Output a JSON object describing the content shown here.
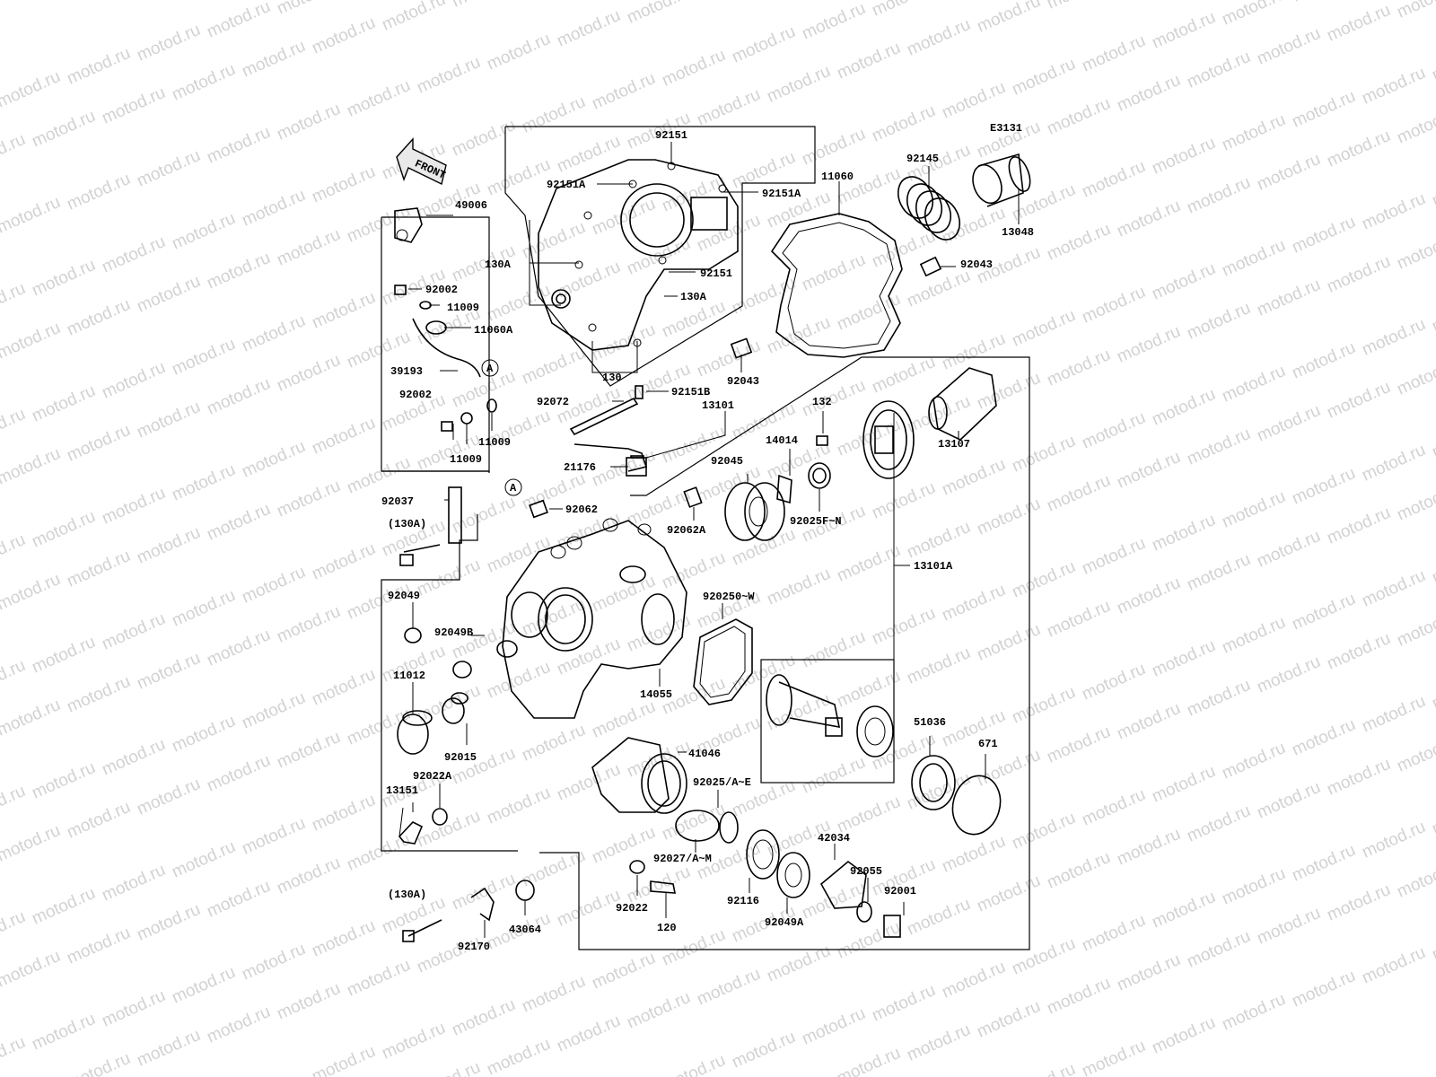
{
  "watermark": "motod.ru",
  "diagram_code": "E3131",
  "front_label": "FRONT",
  "callout_marker": "A",
  "labels": {
    "l92151": "92151",
    "l92151A_left": "92151A",
    "l92151A_right": "92151A",
    "l11060": "11060",
    "l92145": "92145",
    "l13048": "13048",
    "l49006": "49006",
    "l130A_top": "130A",
    "l92151_mid": "92151",
    "l130A_mid": "130A",
    "l92043_right": "92043",
    "l92002_top": "92002",
    "l11009_top": "11009",
    "l11060A": "11060A",
    "l39193": "39193",
    "l130": "130",
    "l92043_mid": "92043",
    "l92072": "92072",
    "l92151B": "92151B",
    "l13101": "13101",
    "l132": "132",
    "l92002_low": "92002",
    "l11009_right": "11009",
    "l11009_low": "11009",
    "l14014": "14014",
    "l13107": "13107",
    "l21176": "21176",
    "l92045": "92045",
    "l92025FN": "92025F~N",
    "l92037": "92037",
    "l92062": "92062",
    "l130A_paren1": "(130A)",
    "l92062A": "92062A",
    "l13101A": "13101A",
    "l92049": "92049",
    "l92025OW": "920250~W",
    "l92049B": "92049B",
    "l11012": "11012",
    "l14055": "14055",
    "l51036": "51036",
    "l671": "671",
    "l92015": "92015",
    "l41046": "41046",
    "l92022A": "92022A",
    "l92025AE": "92025/A~E",
    "l13151": "13151",
    "l42034": "42034",
    "l92027AM": "92027/A~M",
    "l92055": "92055",
    "l130A_paren2": "(130A)",
    "l92022": "92022",
    "l92116": "92116",
    "l92001": "92001",
    "l43064": "43064",
    "l120": "120",
    "l92049A": "92049A",
    "l92170": "92170"
  }
}
